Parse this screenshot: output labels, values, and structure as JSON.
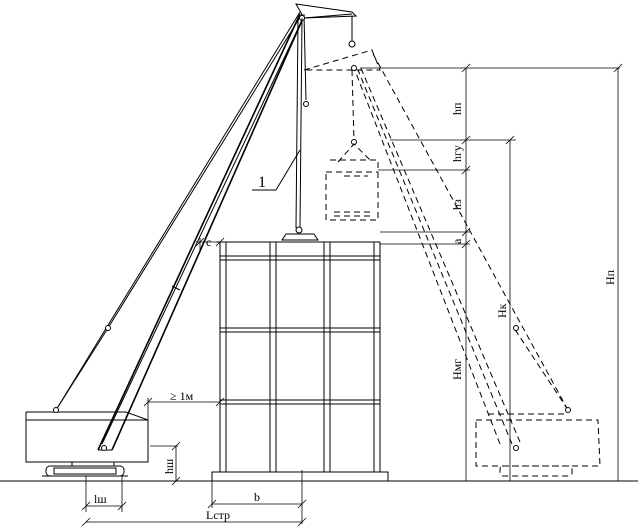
{
  "labels": {
    "callout_1": "1",
    "hp": "hп",
    "hgu": "hгу",
    "hz": "hз",
    "a": "a",
    "hk": "Hк",
    "Hmg": "Hмг",
    "Hp": "Hп",
    "c": "c",
    "one_m": "≥ 1м",
    "hsh": "hш",
    "lsh": "lш",
    "b": "b",
    "lstr": "Lстр"
  }
}
